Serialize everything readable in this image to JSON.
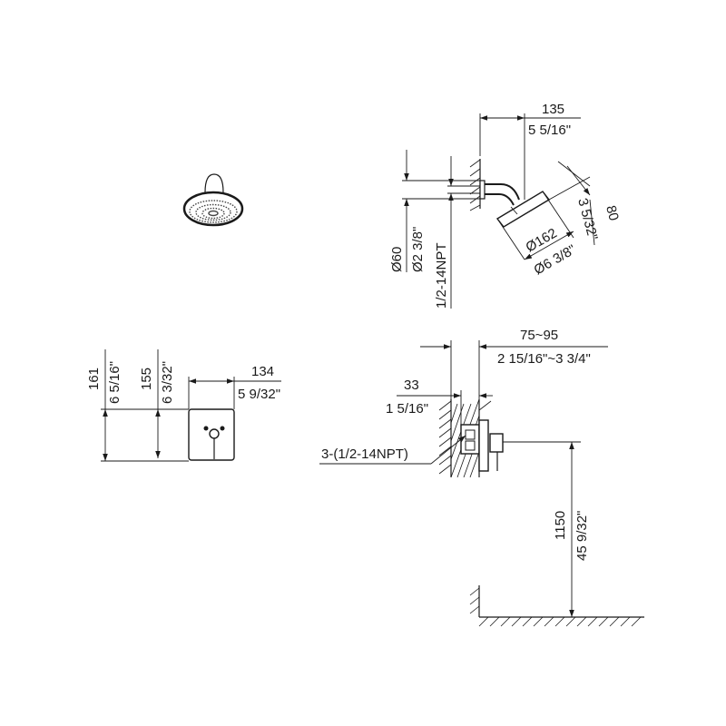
{
  "diagram": {
    "arm": {
      "reach_mm": "135",
      "reach_in": "5 5/16\"",
      "flange_mm": "Ø60",
      "flange_in": "Ø2 3/8\"",
      "thread": "1/2-14NPT",
      "head_dia_mm": "Ø162",
      "head_dia_in": "Ø6 3/8\"",
      "drop_in": "3 5/32\"",
      "drop_mm": "80"
    },
    "trim_plate": {
      "height_outer_mm": "161",
      "height_outer_in": "6 5/16\"",
      "height_inner_mm": "155",
      "height_inner_in": "6 3/32\"",
      "width_mm": "134",
      "width_in": "5 9/32\""
    },
    "valve": {
      "wall_range_mm": "75~95",
      "wall_range_in": "2 15/16\"~3 3/4\"",
      "depth_mm": "33",
      "depth_in": "1 5/16\"",
      "ports": "3-(1/2-14NPT)",
      "height_mm": "1150",
      "height_in": "45 9/32\""
    }
  }
}
